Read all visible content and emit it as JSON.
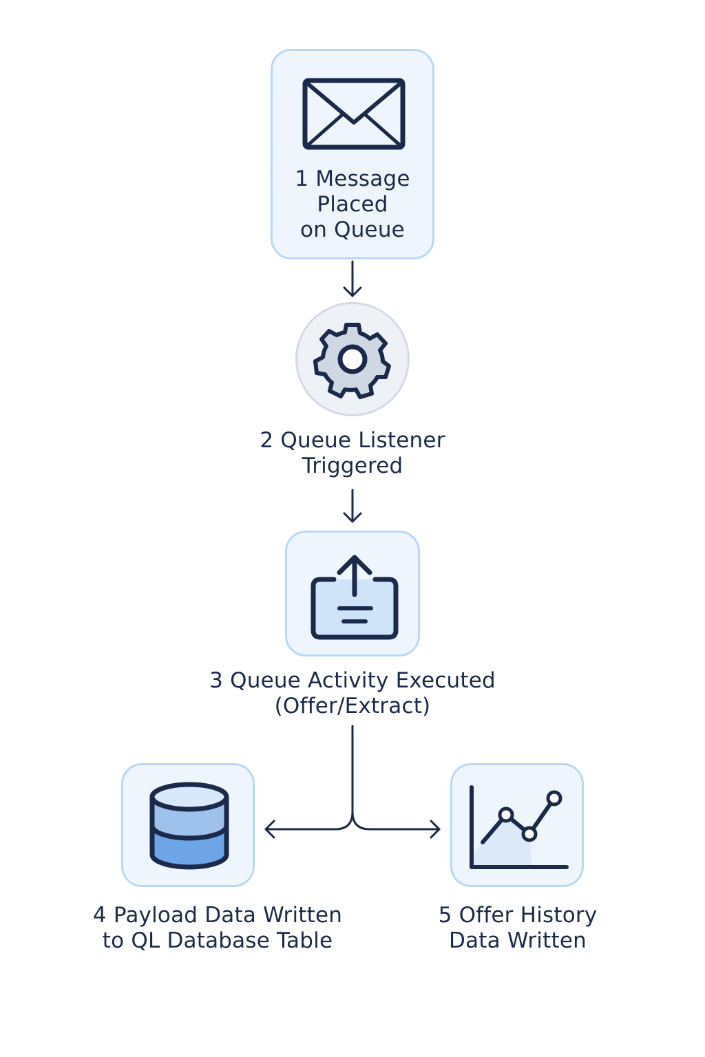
{
  "diagram": {
    "steps": [
      {
        "label": "1  Message\nPlaced\non Queue",
        "icon": "envelope-icon"
      },
      {
        "label": "2  Queue Listener\nTriggered",
        "icon": "gear-icon"
      },
      {
        "label": "3  Queue Activity Executed\n(Offer/Extract)",
        "icon": "upload-tray-icon"
      },
      {
        "label": "4  Payload Data Written\nto QL Database Table",
        "icon": "database-icon"
      },
      {
        "label": "5  Offer History\nData Written",
        "icon": "line-chart-icon"
      }
    ],
    "colors": {
      "ink": "#1b2a4a",
      "card_fill": "#eef5fd",
      "card_border": "#b9d8f4",
      "circle_fill": "#eef1f6",
      "circle_border": "#d3dae5",
      "accent_light": "#cfe3f9",
      "accent_mid": "#9ec2ec",
      "accent_dark": "#6ea5e6"
    }
  }
}
